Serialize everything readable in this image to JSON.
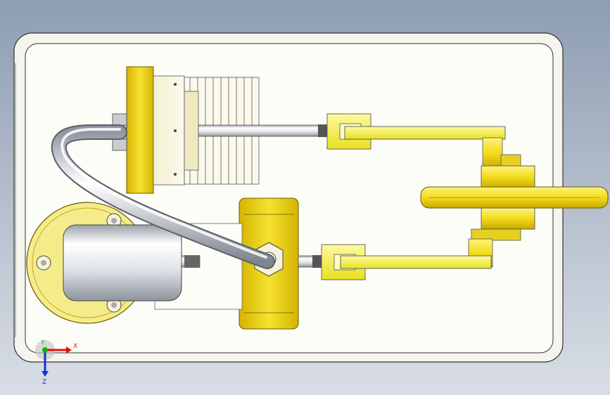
{
  "triad": {
    "x_label": "X",
    "y_label": "Y",
    "z_label": "Z"
  },
  "colors": {
    "background_top": "#8e9db2",
    "background_bottom": "#d9dee6",
    "base_plate": "#fafaf6",
    "brass": "#f2dc1c",
    "brass_dark": "#b89a00",
    "linkage_yellow": "#f7f43a",
    "steel": "#d8dbe0",
    "axis_x": "#e01010",
    "axis_y": "#10b010",
    "axis_z": "#1030e0"
  }
}
